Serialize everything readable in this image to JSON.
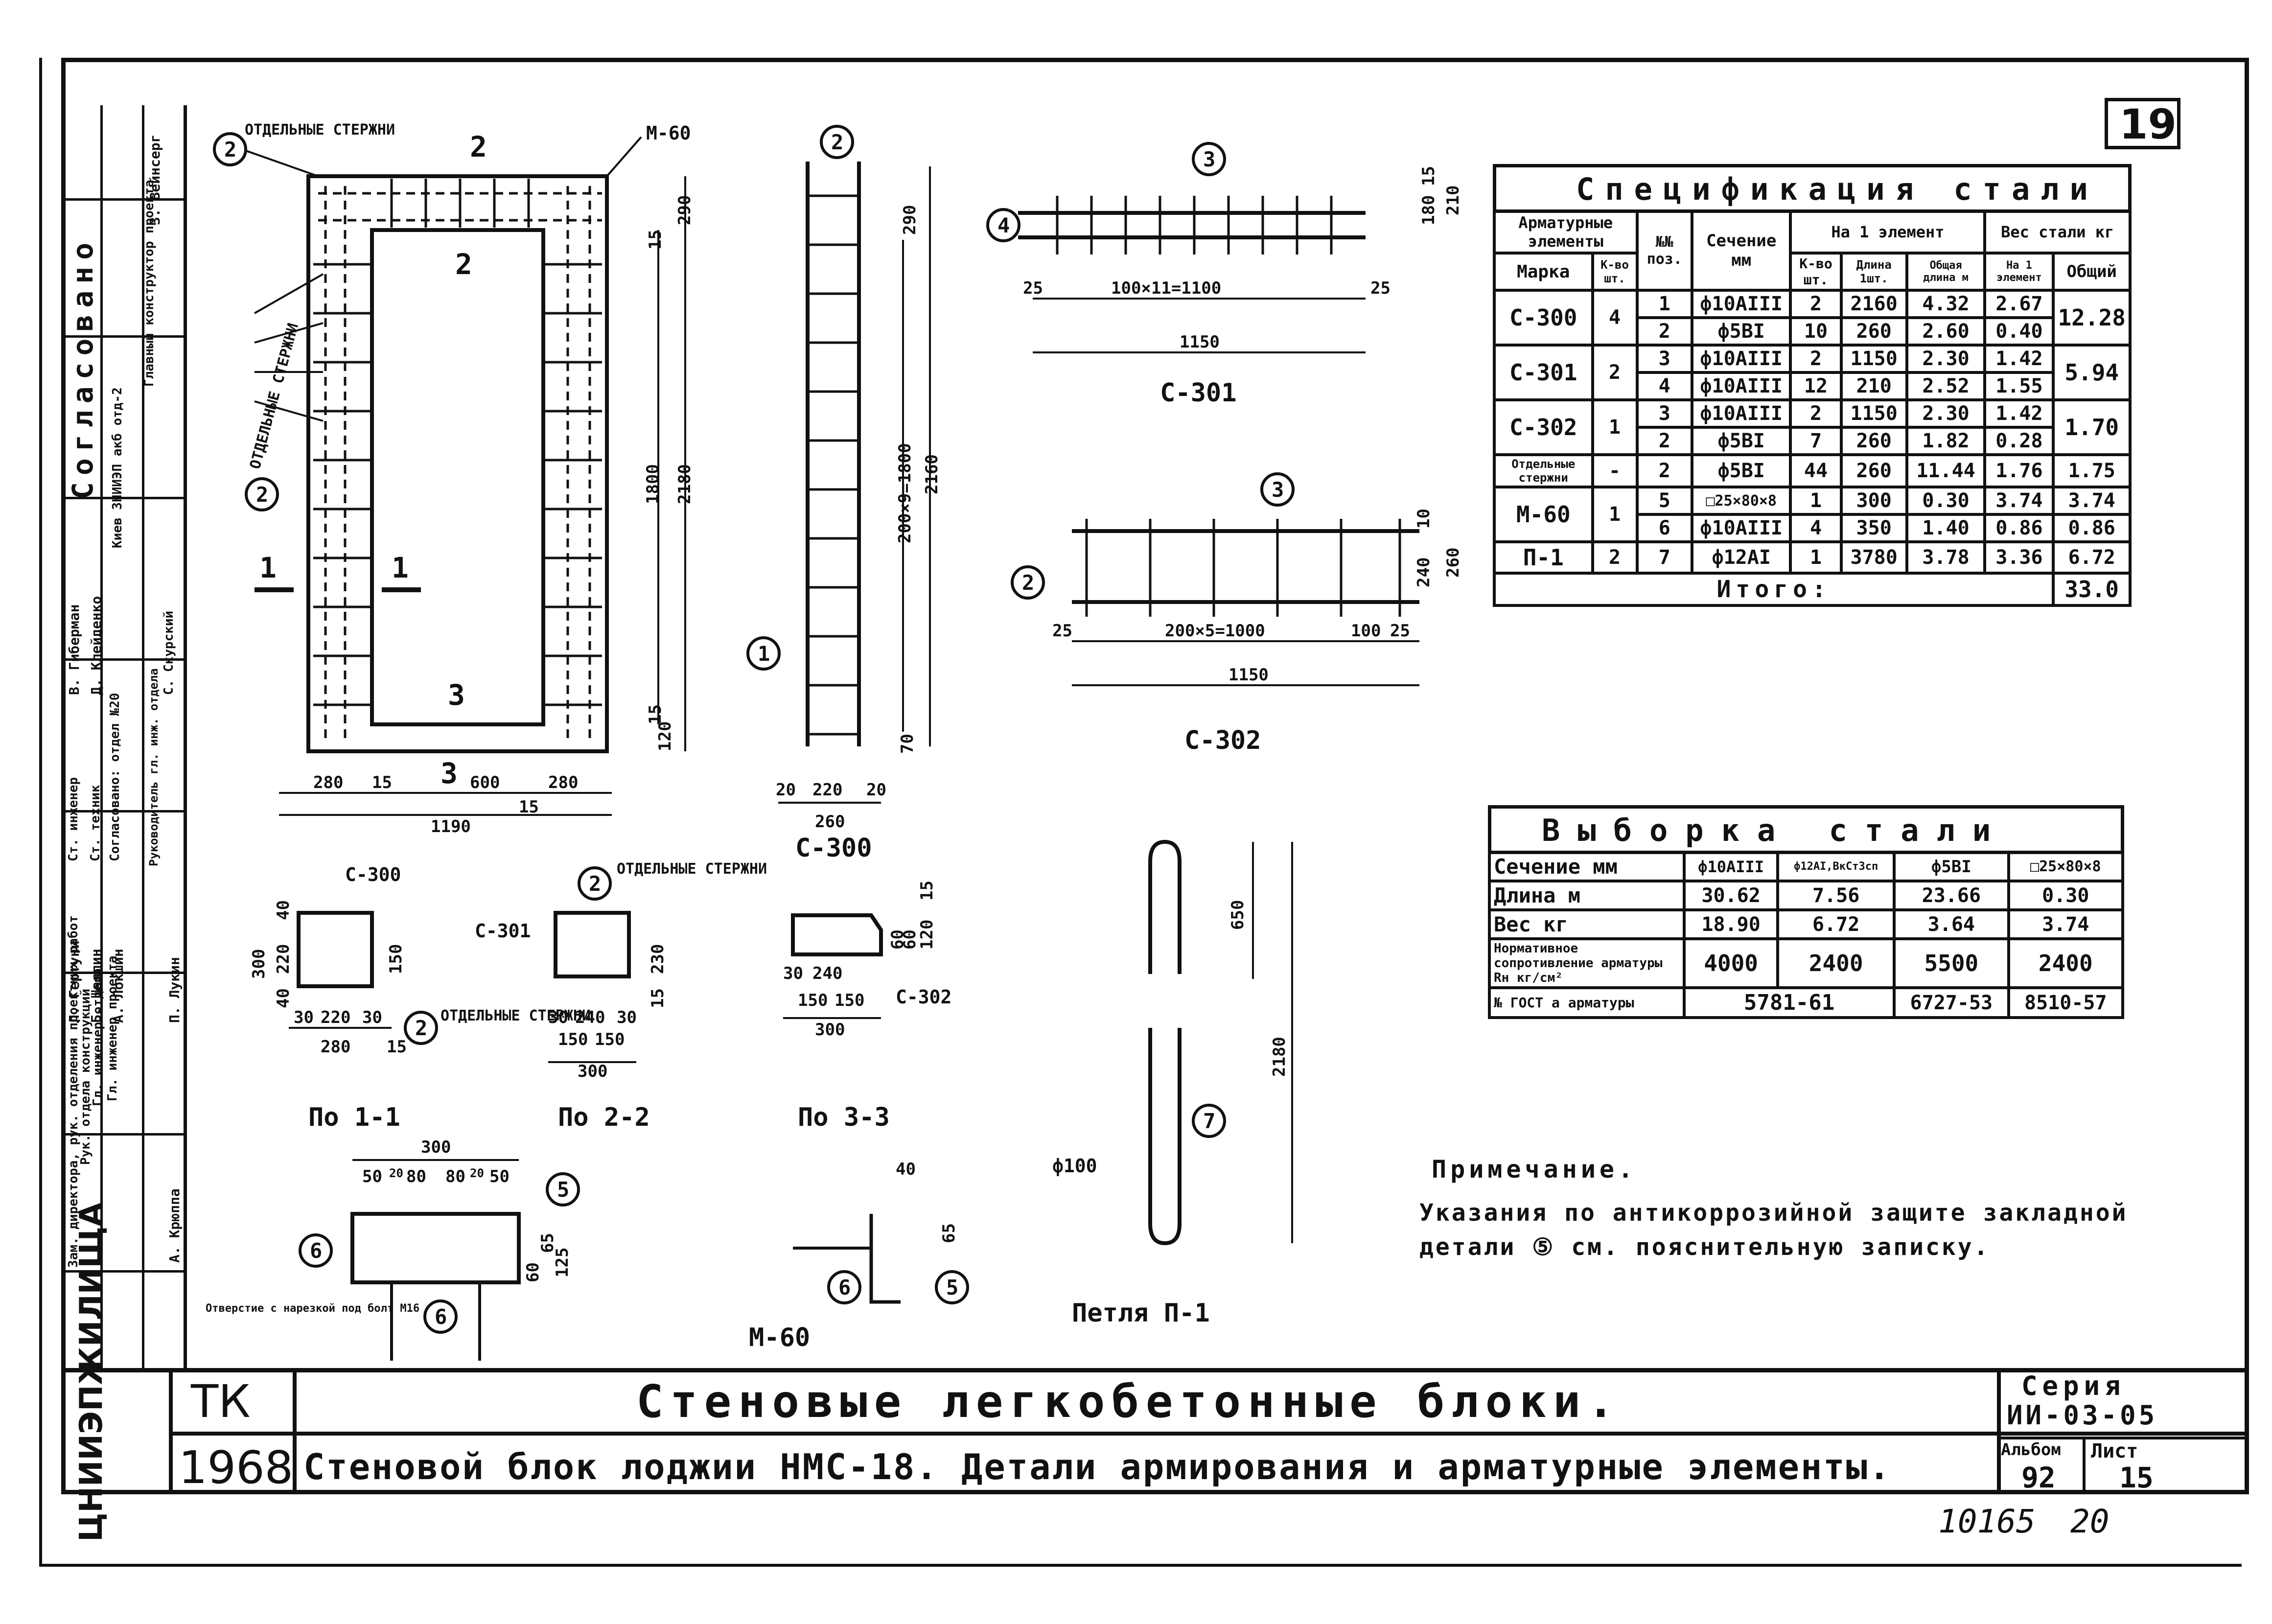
{
  "sheet_number": "19",
  "title_block": {
    "org": "ЦНИИЭПЖИЛИЩА",
    "code": "ТК",
    "year": "1968",
    "title": "Стеновые легкобетонные блоки.",
    "subtitle": "Стеновой блок лоджии НМС-18. Детали армирования и арматурные элементы.",
    "series_label": "Серия",
    "series_value": "ИИ-03-05",
    "album_label": "Альбом",
    "album_value": "92",
    "sheet_label": "Лист",
    "sheet_value": "15"
  },
  "side_stamp": {
    "agreed": "Согласовано",
    "entries": [
      "Зам. директора, рук. отделения проектных работ",
      "Рук. отдела конструкций",
      "Гл. инженер отдела",
      "Гл. инженер проекта",
      "Ст. инженер",
      "Ст. техник",
      "Согласовано: отдел №20",
      "Руководитель гл. инж. отдела",
      "А. Крюппа",
      "Л. Гертуни",
      "Б. Шаялин",
      "А. Локшин",
      "П. Лукин",
      "В. Гиберман",
      "Д. Клейденко",
      "С. Скурский",
      "Киев ЗНИИЭП акб отд-2",
      "Главный конструктор проекта",
      "З. Вейнсерг"
    ]
  },
  "bottom_numbers": [
    "10165",
    "20"
  ],
  "labels": {
    "m60_top": "М-60",
    "otd_sterzhni_top": "ОТДЕЛЬНЫЕ СТЕРЖНИ",
    "otd_sterzhni_vert": "ОТДЕЛЬНЫЕ СТЕРЖНИ",
    "otd_sterzhni_2": "ОТДЕЛЬНЫЕ СТЕРЖНИ",
    "otd_sterzhni_3": "ОТДЕЛЬНЫЕ СТЕРЖНИ",
    "c300": "С-300",
    "c301": "С-301",
    "c302": "С-302",
    "c300_section": "С-300",
    "c301_section": "С-301",
    "c302_section": "С-302",
    "sec11": "По 1-1",
    "sec22": "По 2-2",
    "sec33": "По 3-3",
    "m60_bottom": "М-60",
    "otverstie": "Отверстие с нарезкой под болт М16",
    "loop": "Петля П-1",
    "phi100": "ф100"
  },
  "dims": {
    "d280a": "280",
    "d15a": "15",
    "d600": "600",
    "d280b": "280",
    "d15b": "15",
    "d1190": "1190",
    "d1800": "1800",
    "d2180": "2180",
    "d290": "290",
    "d15c": "15",
    "d120": "120",
    "d15d": "15",
    "c300_290": "290",
    "c300_200x9": "200×9=1800",
    "c300_2160": "2160",
    "c300_20a": "20",
    "c300_220": "220",
    "c300_20b": "20",
    "c300_260": "260",
    "c300_70": "70",
    "c301_25a": "25",
    "c301_100x11": "100×11=1100",
    "c301_25b": "25",
    "c301_1150": "1150",
    "c301_180": "180",
    "c301_15": "15",
    "c301_210": "210",
    "c302_25a": "25",
    "c302_200x5": "200×5=1000",
    "c302_100": "100",
    "c302_25b": "25",
    "c302_1150": "1150",
    "c302_240": "240",
    "c302_260": "260",
    "c302_10": "10",
    "s11_300": "300",
    "s11_220": "220",
    "s11_40a": "40",
    "s11_40b": "40",
    "s11_30a": "30",
    "s11_30b": "30",
    "s11_280": "280",
    "s11_15": "15",
    "s11_150": "150",
    "s22_230": "230",
    "s22_15": "15",
    "s22_30a": "30",
    "s22_240": "240",
    "s22_30b": "30",
    "s22_150a": "150",
    "s22_150b": "150",
    "s22_300": "300",
    "s33_60a": "60",
    "s33_60b": "60",
    "s33_120": "120",
    "s33_15": "15",
    "s33_30": "30",
    "s33_240": "240",
    "s33_150a": "150",
    "s33_150b": "150",
    "s33_300": "300",
    "m60_300": "300",
    "m60_50a": "50",
    "m60_20a": "20",
    "m60_80a": "80",
    "m60_80b": "80",
    "m60_20b": "20",
    "m60_50b": "50",
    "m60_60": "60",
    "m60_65a": "65",
    "m60_125": "125",
    "m60_40": "40",
    "m60_65b": "65",
    "loop_650": "650",
    "loop_2180": "2180"
  },
  "callouts": [
    "1",
    "2",
    "3",
    "4",
    "5",
    "6",
    "7"
  ],
  "sections": {
    "s1": "1",
    "s2": "2",
    "s3": "3"
  },
  "spec": {
    "title": "Спецификация стали",
    "headers": {
      "elements": "Арматурные элементы",
      "marka": "Марка",
      "kvo": "К-во шт.",
      "poz": "№№ поз.",
      "section": "Сечение мм",
      "per_element": "На 1 элемент",
      "kvo2": "К-во шт.",
      "len1": "Длина 1шт.",
      "lentot": "Общая длина м",
      "weight": "Вес стали кг",
      "w1": "На 1 элемент",
      "wtot": "Общий"
    },
    "rows": [
      {
        "marka": "С-300",
        "kvo": "4",
        "poz": "1",
        "sec": "ф10АIII",
        "n": "2",
        "l1": "2160",
        "lt": "4.32",
        "w1": "2.67",
        "wt": "12.28"
      },
      {
        "marka": "",
        "kvo": "",
        "poz": "2",
        "sec": "ф5ВI",
        "n": "10",
        "l1": "260",
        "lt": "2.60",
        "w1": "0.40",
        "wt": ""
      },
      {
        "marka": "С-301",
        "kvo": "2",
        "poz": "3",
        "sec": "ф10АIII",
        "n": "2",
        "l1": "1150",
        "lt": "2.30",
        "w1": "1.42",
        "wt": "5.94"
      },
      {
        "marka": "",
        "kvo": "",
        "poz": "4",
        "sec": "ф10АIII",
        "n": "12",
        "l1": "210",
        "lt": "2.52",
        "w1": "1.55",
        "wt": ""
      },
      {
        "marka": "С-302",
        "kvo": "1",
        "poz": "3",
        "sec": "ф10АIII",
        "n": "2",
        "l1": "1150",
        "lt": "2.30",
        "w1": "1.42",
        "wt": "1.70"
      },
      {
        "marka": "",
        "kvo": "",
        "poz": "2",
        "sec": "ф5ВI",
        "n": "7",
        "l1": "260",
        "lt": "1.82",
        "w1": "0.28",
        "wt": ""
      },
      {
        "marka": "Отдельные стержни",
        "kvo": "-",
        "poz": "2",
        "sec": "ф5ВI",
        "n": "44",
        "l1": "260",
        "lt": "11.44",
        "w1": "1.76",
        "wt": "1.75"
      },
      {
        "marka": "М-60",
        "kvo": "1",
        "poz": "5",
        "sec": "□25×80×8",
        "n": "1",
        "l1": "300",
        "lt": "0.30",
        "w1": "3.74",
        "wt": "3.74"
      },
      {
        "marka": "",
        "kvo": "",
        "poz": "6",
        "sec": "ф10АIII",
        "n": "4",
        "l1": "350",
        "lt": "1.40",
        "w1": "0.86",
        "wt": "0.86"
      },
      {
        "marka": "П-1",
        "kvo": "2",
        "poz": "7",
        "sec": "ф12АI",
        "n": "1",
        "l1": "3780",
        "lt": "3.78",
        "w1": "3.36",
        "wt": "6.72"
      }
    ],
    "total_label": "Итого:",
    "total_value": "33.0"
  },
  "vyborka": {
    "title": "Выборка стали",
    "col_headers": [
      "Сечение мм",
      "ф10АIII",
      "ф12АI,ВкСт3сп",
      "ф5ВI",
      "□25×80×8"
    ],
    "rows": [
      {
        "label": "Длина м",
        "v": [
          "30.62",
          "7.56",
          "23.66",
          "0.30"
        ]
      },
      {
        "label": "Вес кг",
        "v": [
          "18.90",
          "6.72",
          "3.64",
          "3.74"
        ]
      },
      {
        "label": "Нормативное сопротивление арматуры Rн кг/см²",
        "v": [
          "4000",
          "2400",
          "5500",
          "2400"
        ]
      },
      {
        "label": "№ ГОСТ а арматуры",
        "v": [
          "5781-61",
          "",
          "6727-53",
          "8510-57"
        ]
      }
    ]
  },
  "note": {
    "title": "Примечание.",
    "line1": "Указания по антикоррозийной защите закладной",
    "line2": "детали ⑤ см. пояснительную записку."
  }
}
